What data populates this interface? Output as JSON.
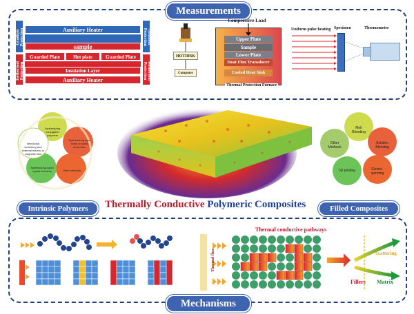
{
  "sections": {
    "measurements": "Measurements",
    "mechanisms": "Mechanisms",
    "intrinsic": "Intrinsic Polymers",
    "filled": "Filled Composites"
  },
  "main_title": {
    "part1": "Thermally Conductive",
    "part2": "Polymeric Composites"
  },
  "guarded_plate": {
    "aux_top": "Auxiliary Heater",
    "sample": "sample",
    "guarded_left": "Guarded Plate",
    "hot_plate": "Hot plate",
    "guarded_right": "Guarded Plate",
    "insulation": "Insulation Layer",
    "aux_bottom": "Auxiliary Heater",
    "gradient_left": "Gradient Protection",
    "gradient_right": "Gradient Protection",
    "isothermal_left": "Isothermal Protection",
    "isothermal_right": "Isothermal Protection"
  },
  "hotdisk": {
    "device": "HOTDISK",
    "computer": "Computer"
  },
  "heat_flow_meter": {
    "load": "Compressive Load",
    "upper": "Upper Plate",
    "sample": "Sample",
    "lower": "Lower Plate",
    "transducer": "Heat Flux Transducer",
    "sink": "Cooled Heat Sink",
    "furnace": "Thermal Protection Furnace"
  },
  "laser_flash": {
    "pulse": "Uniform pulse heating",
    "specimen": "Specimen",
    "thermometer": "Thermometer"
  },
  "intrinsic_methods": [
    "Synthesizing conjugated polymers",
    "Synthesizing rigid chain or small molecules",
    "Other Methods",
    "Synthesizing liquid crystal structure",
    "directional stretching and external electric or magnetic field"
  ],
  "filled_methods": [
    "Melt Blending",
    "Solution Blending",
    "Electro-spinning",
    "3D printing",
    "Other Methods"
  ],
  "mechanism_labels": {
    "pathways": "Thermal conductive pathways",
    "heat_flux": "Thermal flux",
    "fillers": "Fillers",
    "matrix": "Matrix",
    "scattering": "Scattering"
  },
  "colors": {
    "section_blue": "#3d63b1",
    "dashed_border": "#1f3f78",
    "title_red": "#c0182b",
    "title_blue": "#1f3f9a",
    "heater_blue": "#2f68b8",
    "heater_red": "#d8262e"
  }
}
